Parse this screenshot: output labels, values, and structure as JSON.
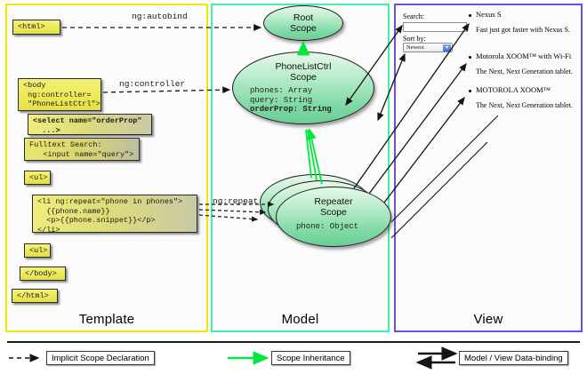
{
  "columns": [
    {
      "key": "template",
      "label": "Template",
      "border_color": "#f3e600"
    },
    {
      "key": "model",
      "label": "Model",
      "border_color": "#3ff0a8"
    },
    {
      "key": "view",
      "label": "View",
      "border_color": "#6a4ee8"
    }
  ],
  "template": {
    "boxes": [
      {
        "name": "html-open-tag",
        "text": "<html>"
      },
      {
        "name": "body-controller",
        "text": "<body\n ng:controller=\n \"PhoneListCtrl\">"
      },
      {
        "name": "select-orderprop",
        "text": "<select name=\"orderProp\"\n  ...>"
      },
      {
        "name": "fulltext-search",
        "text": "Fulltext Search:\n   <input name=\"query\">"
      },
      {
        "name": "ul-open-tag",
        "text": "<ul>"
      },
      {
        "name": "li-ng-repeat",
        "text": "<li ng:repeat=\"phone in phones\">\n  {{phone.name}}\n  <p>{{phone.snippet}}</p>\n</li>"
      },
      {
        "name": "ul-close-tag",
        "text": "<ul>"
      },
      {
        "name": "body-close-tag",
        "text": "</body>"
      },
      {
        "name": "html-close-tag",
        "text": "</html>"
      }
    ]
  },
  "connectors": {
    "ng_autobind": "ng:autobind",
    "ng_controller": "ng:controller",
    "ng_repeat": "ng:repeat"
  },
  "model": {
    "root_scope": {
      "title_line1": "Root",
      "title_line2": "Scope"
    },
    "phonelistctrl_scope": {
      "title_line1": "PhoneListCtrl",
      "title_line2": "Scope",
      "properties": [
        {
          "text": "phones: Array",
          "bold": false
        },
        {
          "text": "query: String",
          "bold": false
        },
        {
          "text": "orderProp: String",
          "bold": true
        }
      ]
    },
    "repeater_scope": {
      "title_line1": "Repeater",
      "title_line2": "Scope",
      "properties": [
        {
          "text": "phone: Object",
          "bold": false
        }
      ]
    }
  },
  "view": {
    "search_label": "Search:",
    "search_value": "",
    "search_placeholder": "",
    "sort_label": "Sort by:",
    "sort_value": "Newest",
    "sort_options": [
      "Newest"
    ],
    "phones": [
      {
        "name": "Nexus S",
        "snippet": "Fast just got faster with Nexus S."
      },
      {
        "name": "Motorola XOOM™ with Wi-Fi",
        "snippet": "The Next, Next Generation tablet."
      },
      {
        "name": "MOTOROLA XOOM™",
        "snippet": "The Next, Next Generation tablet."
      }
    ]
  },
  "legend": {
    "items": [
      {
        "name": "implicit-scope-declaration",
        "label": "Implicit Scope Declaration",
        "style": "dashed-arrow",
        "color": "#1c1c1c"
      },
      {
        "name": "scope-inheritance",
        "label": "Scope Inheritance",
        "style": "green-arrow",
        "color": "#00e83c"
      },
      {
        "name": "model-view-data-binding",
        "label": "Model / View Data-binding",
        "style": "double-arrow",
        "color": "#1c1c1c"
      }
    ]
  }
}
